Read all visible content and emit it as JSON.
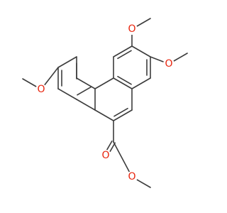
{
  "molecule": {
    "atoms": {
      "o_methoxy_top": "O",
      "o_methoxy_right": "O",
      "o_methoxy_left": "O",
      "o_ester_carbonyl": "O",
      "o_ester_single": "O"
    },
    "colors": {
      "bond": "#3c3c3c",
      "oxygen": "#e8230c",
      "background": "#ffffff"
    }
  }
}
